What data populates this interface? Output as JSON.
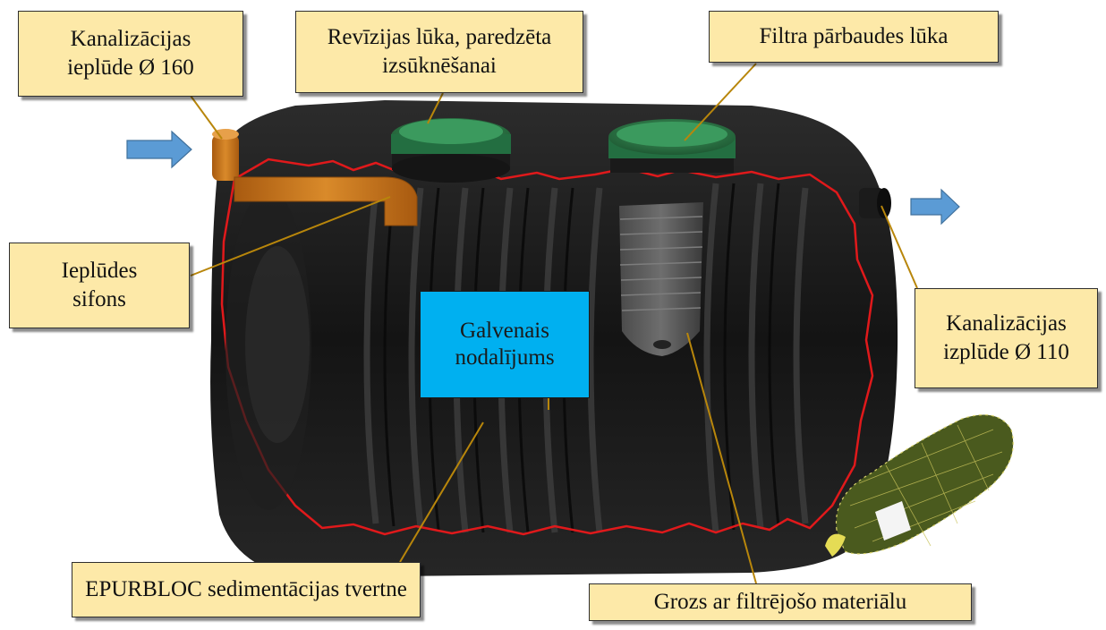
{
  "labels": {
    "inlet": [
      "Kanalizācijas",
      "ieplūde Ø 160"
    ],
    "revision_hatch": [
      "Revīzijas lūka, paredzēta",
      "izsūknēšanai"
    ],
    "filter_hatch": [
      "Filtra pārbaudes lūka"
    ],
    "inlet_siphon": [
      "Ieplūdes",
      "sifons"
    ],
    "main_compartment": [
      "Galvenais",
      "nodalījums"
    ],
    "outlet": [
      "Kanalizācijas",
      "izplūde Ø 110"
    ],
    "tank": [
      "EPURBLOC sedimentācijas tvertne"
    ],
    "filter_basket": [
      "Grozs ar filtrējošo materiālu"
    ]
  },
  "colors": {
    "label_fill": "#fde9a8",
    "center_fill": "#00b0f0",
    "tank_body": "#1c1c1c",
    "cut_outline": "#e0191b",
    "lid_green": "#2e7d4a",
    "pipe_orange": "#c9731a",
    "arrow_blue": "#5b9bd5",
    "leader_line": "#b8860b",
    "filter_media": "#4a5a1e"
  },
  "icons": {
    "inflow_arrow": "right-arrow-icon",
    "outflow_arrow": "right-arrow-icon"
  }
}
